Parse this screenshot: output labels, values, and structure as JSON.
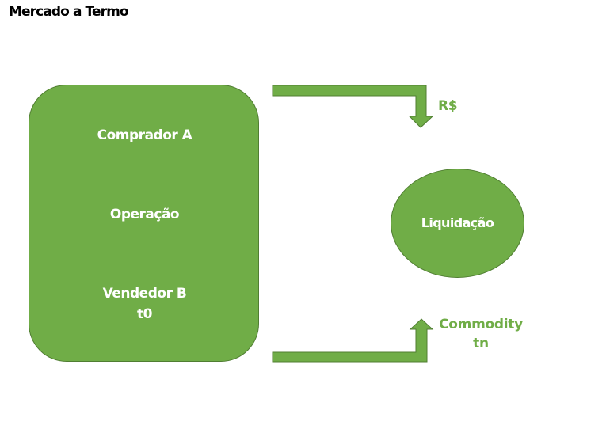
{
  "title": "Mercado a Termo",
  "colors": {
    "fill": "#70ad47",
    "stroke": "#507e32",
    "label_green": "#70ad47",
    "text_white": "#ffffff"
  },
  "contract_box": {
    "buyer": "Comprador A",
    "operation": "Operação",
    "seller": "Vendedor B",
    "time": "t0"
  },
  "settlement": {
    "label": "Liquidação"
  },
  "flows": {
    "money": "R$",
    "commodity_line1": "Commodity",
    "commodity_line2": "tn"
  }
}
